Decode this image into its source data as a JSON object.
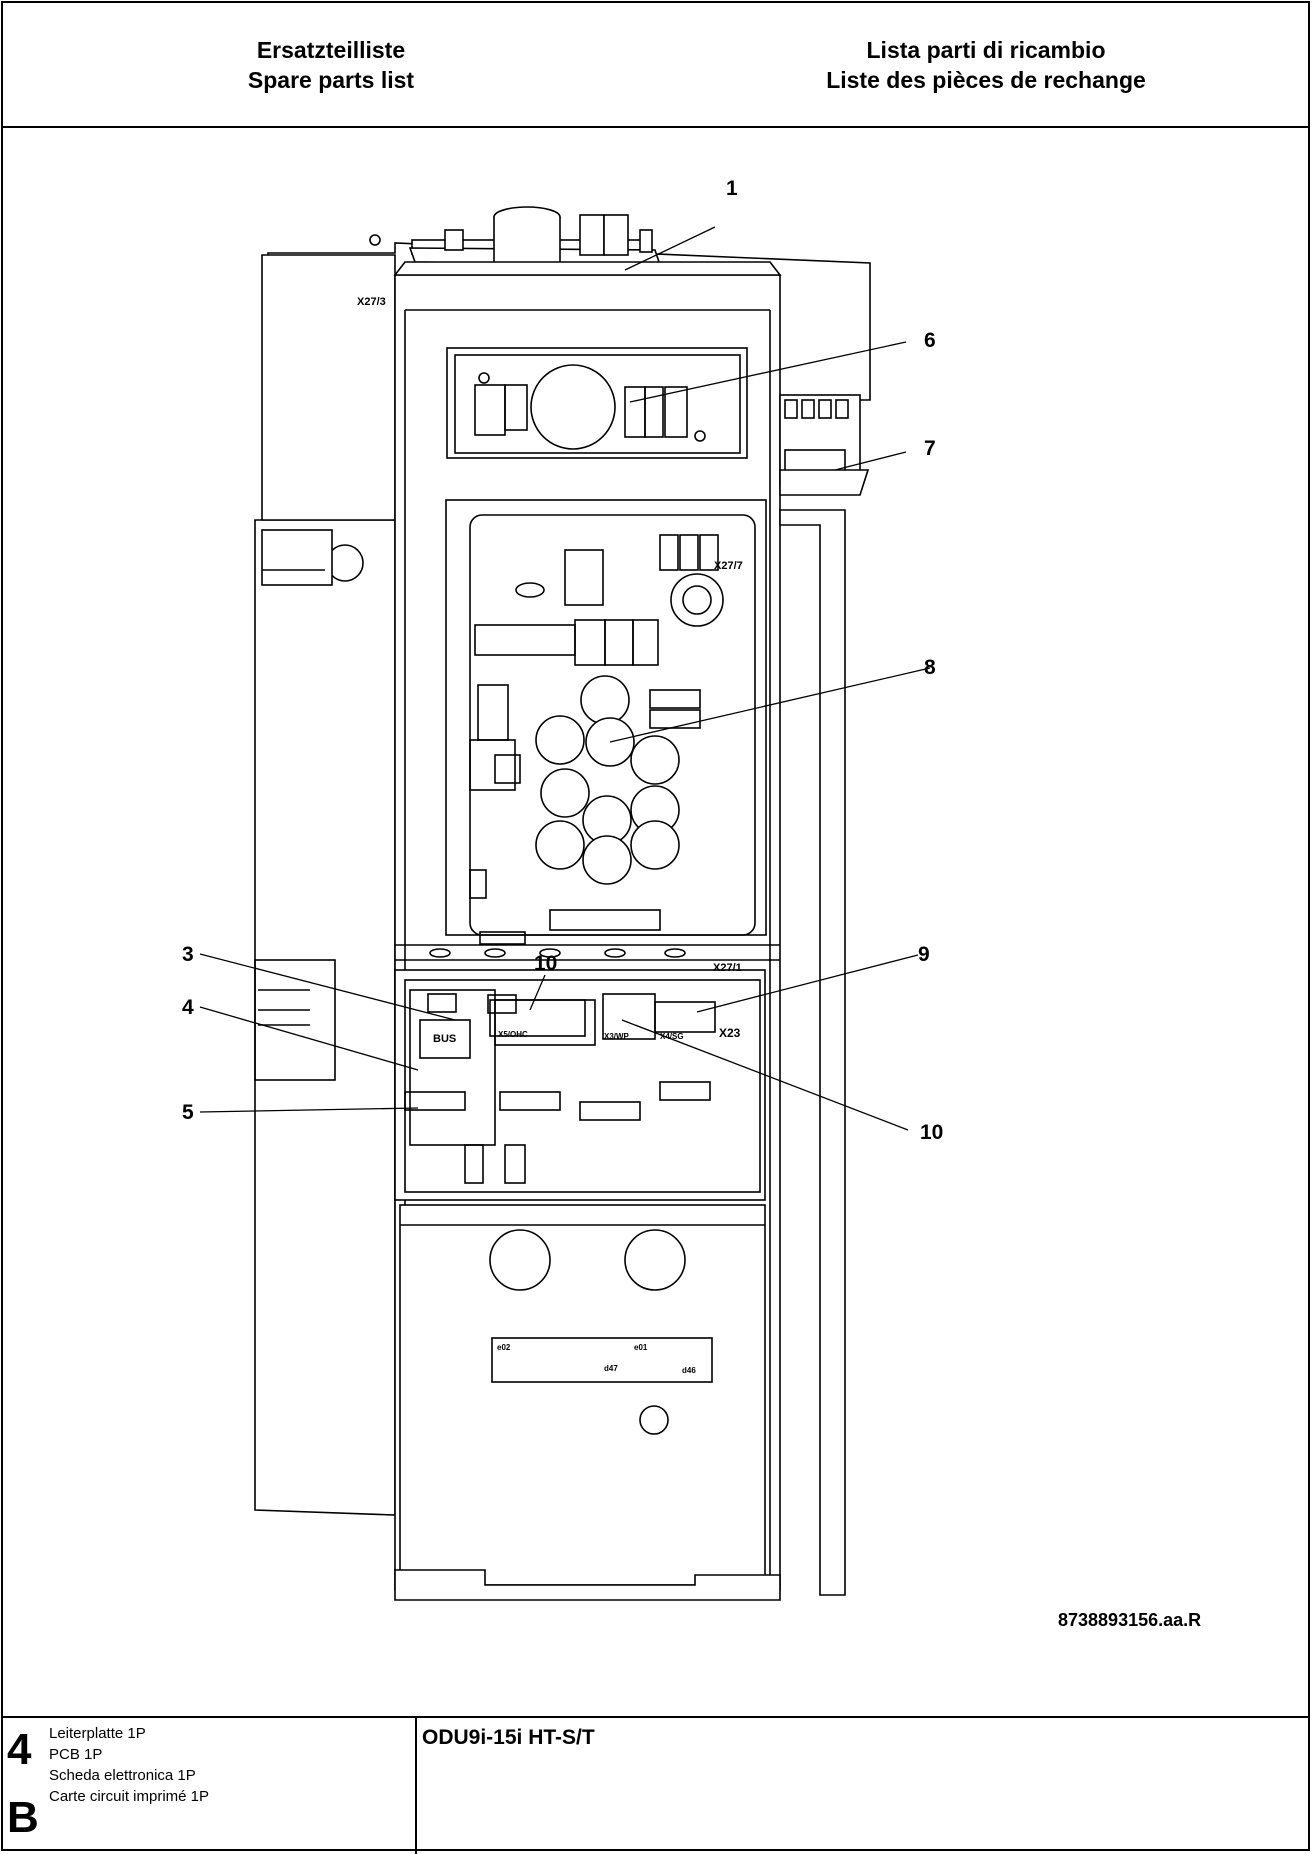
{
  "header": {
    "left_line1": "Ersatzteilliste",
    "left_line2": "Spare parts list",
    "right_line1": "Lista parti di ricambio",
    "right_line2": "Liste des pièces de rechange"
  },
  "drawing": {
    "callouts": [
      "1",
      "6",
      "7",
      "8",
      "9",
      "10",
      "10",
      "3",
      "4",
      "5"
    ],
    "component_labels": {
      "x27_3": "X27/3",
      "x27_7": "X27/7",
      "x27_1": "X27/1",
      "x23": "X23",
      "x5": "X5/OHC",
      "x3": "X3/WP",
      "x4": "X4/SG",
      "bus": "BUS",
      "e02": "e02",
      "e01": "e01",
      "d47": "d47",
      "d46": "d46"
    }
  },
  "document_number": "8738893156.aa.R",
  "footer": {
    "number_top": "4",
    "letter_bottom": "B",
    "descriptions": [
      "Leiterplatte 1P",
      "PCB 1P",
      "Scheda elettronica 1P",
      "Carte circuit imprimé 1P"
    ],
    "model": "ODU9i-15i HT-S/T"
  }
}
